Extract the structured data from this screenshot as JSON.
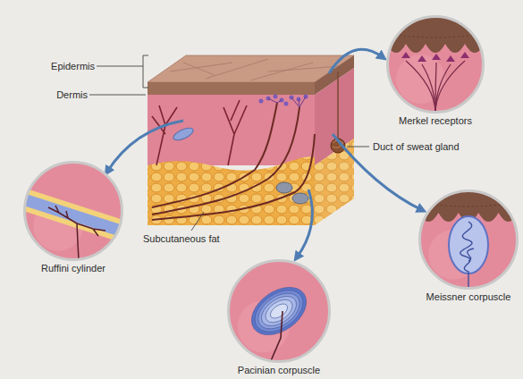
{
  "diagram": {
    "nodes": [
      {
        "text": [
          "Merkel receptors"
        ]
      },
      {
        "text": [
          "Ruffini cylinder"
        ]
      },
      {
        "text": [
          "Meissner corpuscle"
        ]
      },
      {
        "text": [
          "Pacinian corpuscle"
        ]
      }
    ],
    "labels": [
      "Epidermis",
      "Dermis",
      "Duct of sweat gland",
      "Subcutaneous fat"
    ]
  }
}
